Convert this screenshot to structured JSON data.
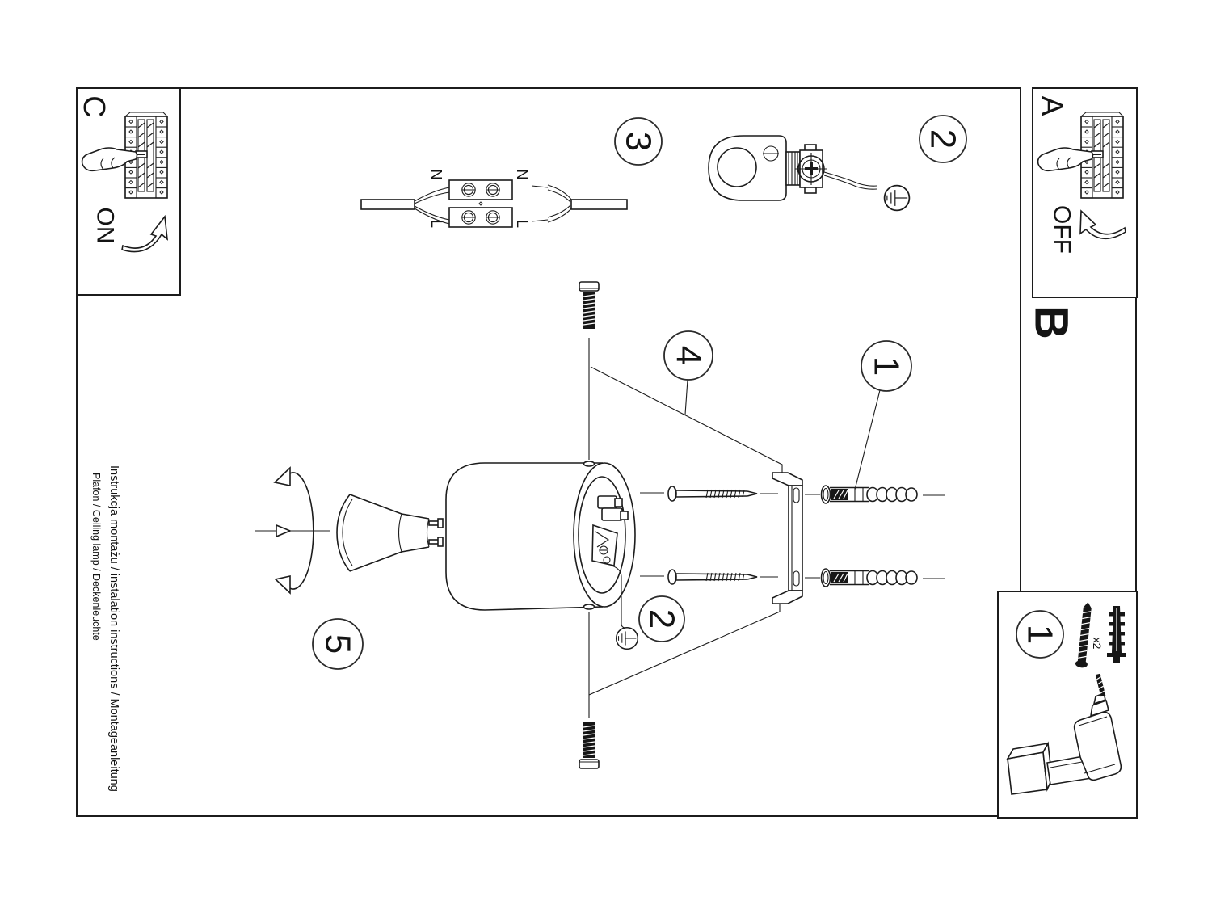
{
  "colors": {
    "line": "#1c1c1c",
    "background": "#ffffff"
  },
  "margin": {
    "line1": "Instrukcja montażu / instalation instructions / Montageanleitung",
    "line2": "Plafon / Ceiling lamp / Deckenleuchte"
  },
  "sections": {
    "a": {
      "letter": "A",
      "action": "OFF"
    },
    "b": {
      "letter": "B"
    },
    "c": {
      "letter": "C",
      "action": "ON"
    }
  },
  "wiring": {
    "neutral": "N",
    "live": "L"
  },
  "callouts": {
    "one": "1",
    "two": "2",
    "three": "3",
    "four": "4",
    "five": "5"
  },
  "parts_box": {
    "step": "1",
    "quantity": "x2"
  }
}
